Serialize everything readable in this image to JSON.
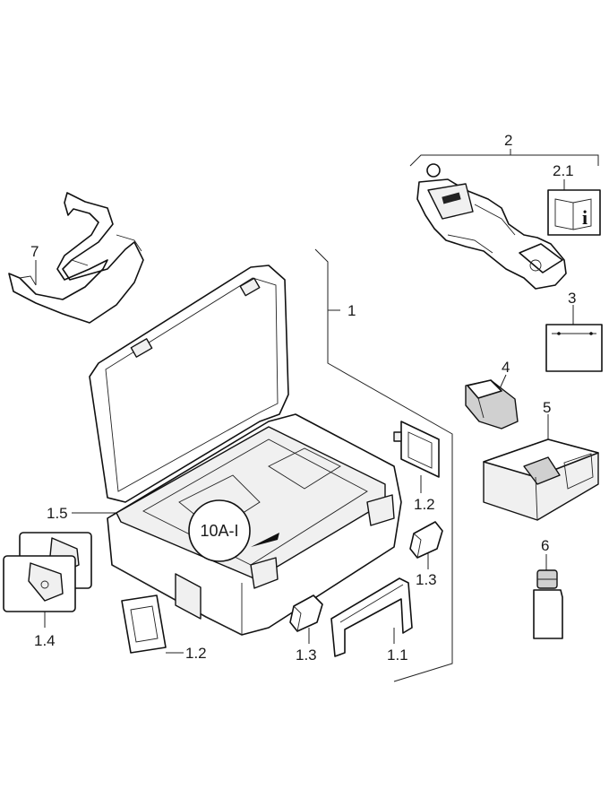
{
  "labels": {
    "l2": "2",
    "l2_1": "2.1",
    "l3": "3",
    "l1": "1",
    "l4": "4",
    "l5": "5",
    "l6": "6",
    "l7": "7",
    "l1_5": "1.5",
    "l1_2a": "1.2",
    "l1_2b": "1.2",
    "l1_3a": "1.3",
    "l1_3b": "1.3",
    "l1_1": "1.1",
    "l1_4": "1.4",
    "callout": "10A-I"
  }
}
